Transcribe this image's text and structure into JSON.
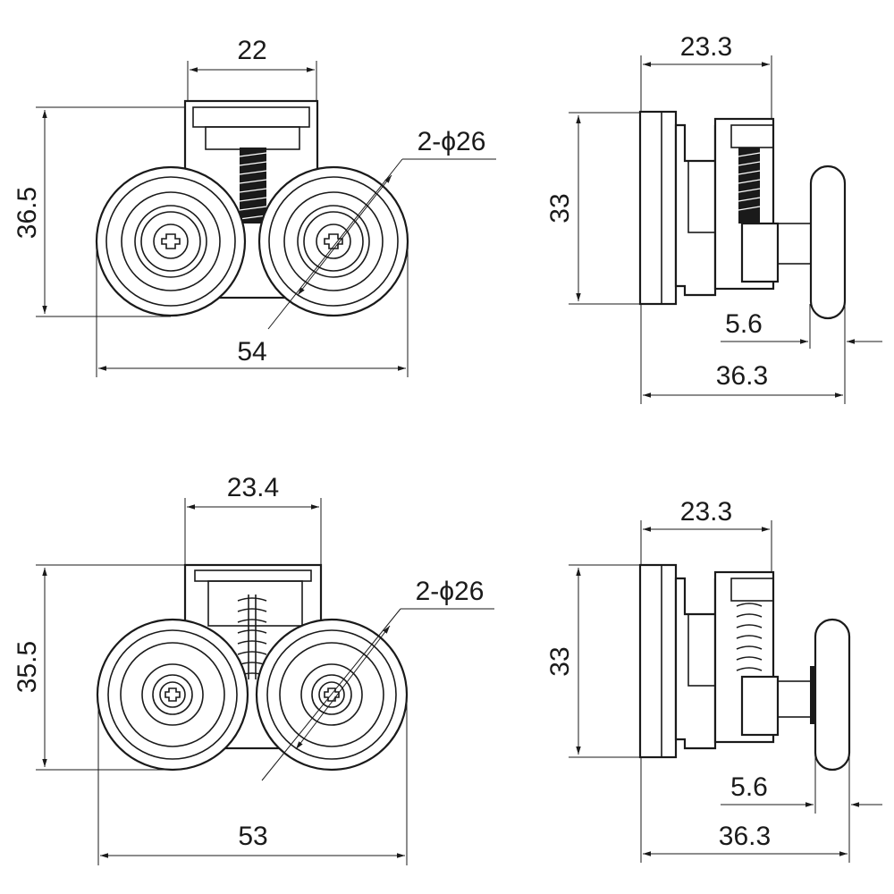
{
  "views": {
    "top_front": {
      "width_label": "22",
      "height_label": "36.5",
      "diameter_label": "2-ϕ26",
      "overall_label": "54"
    },
    "top_side": {
      "width_label": "23.3",
      "height_label": "33",
      "offset_label": "5.6",
      "overall_label": "36.3"
    },
    "bottom_front": {
      "width_label": "23.4",
      "height_label": "35.5",
      "diameter_label": "2-ϕ26",
      "overall_label": "53"
    },
    "bottom_side": {
      "width_label": "23.3",
      "height_label": "33",
      "offset_label": "5.6",
      "overall_label": "36.3"
    }
  }
}
